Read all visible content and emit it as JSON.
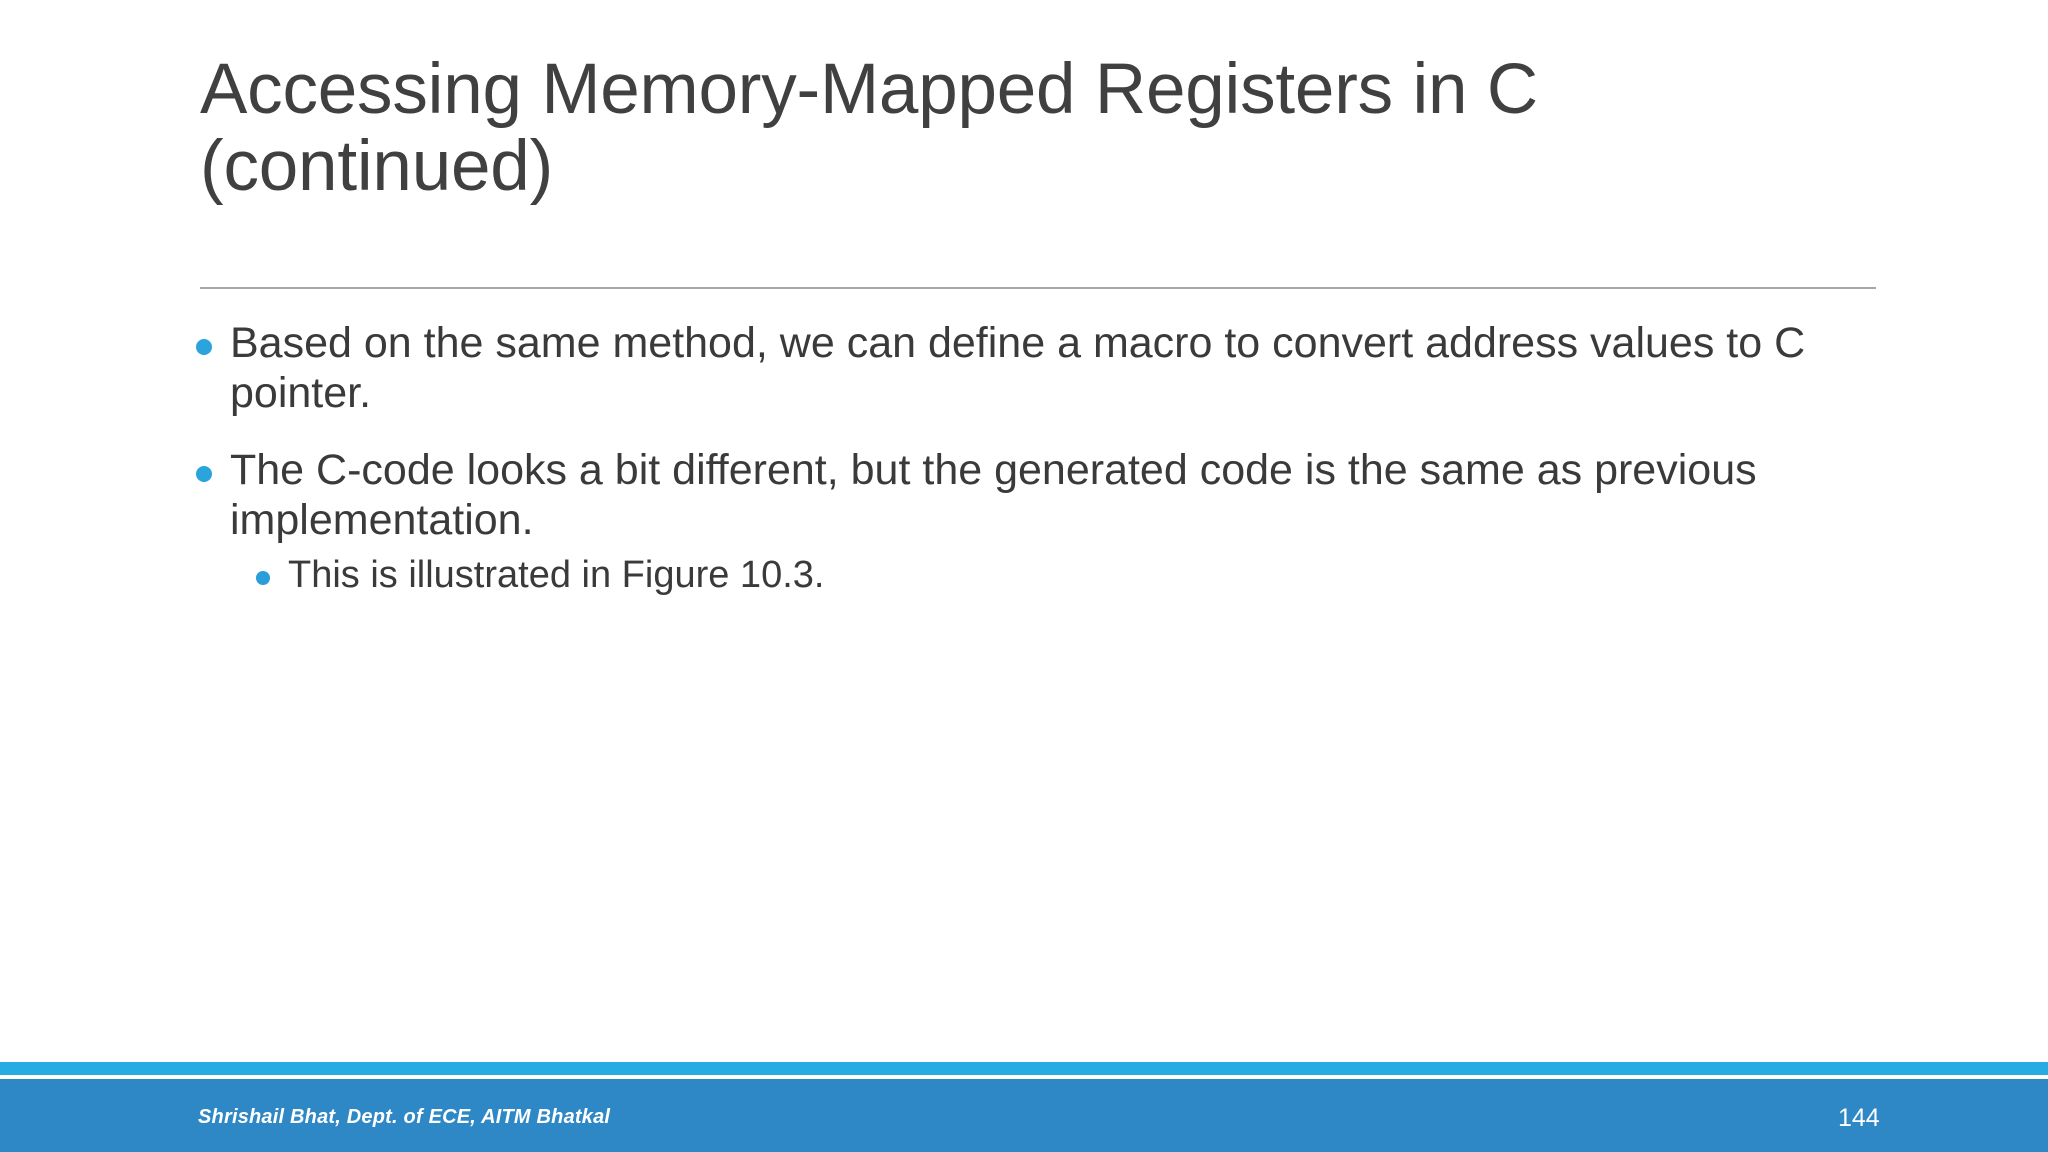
{
  "slide": {
    "title": "Accessing Memory-Mapped Registers in C (continued)",
    "bullets": [
      {
        "level": 1,
        "text": "Based on the same method, we can define a macro to convert address values to C pointer."
      },
      {
        "level": 1,
        "text": "The C-code looks a bit different, but the generated code is the same as previous implementation.",
        "children": [
          {
            "level": 2,
            "text": "This is illustrated in Figure 10.3."
          }
        ]
      }
    ]
  },
  "footer": {
    "credit": "Shrishail Bhat, Dept. of ECE, AITM Bhatkal",
    "page_number": "144"
  },
  "colors": {
    "title_text": "#404040",
    "body_text": "#3a3a3a",
    "bullet_marker": "#2ba3db",
    "sub_bullet_marker": "#299ed9",
    "footer_accent": "#27abe3",
    "footer_bar": "#2e88c6",
    "title_rule": "#a6a6a6",
    "background": "#ffffff"
  }
}
